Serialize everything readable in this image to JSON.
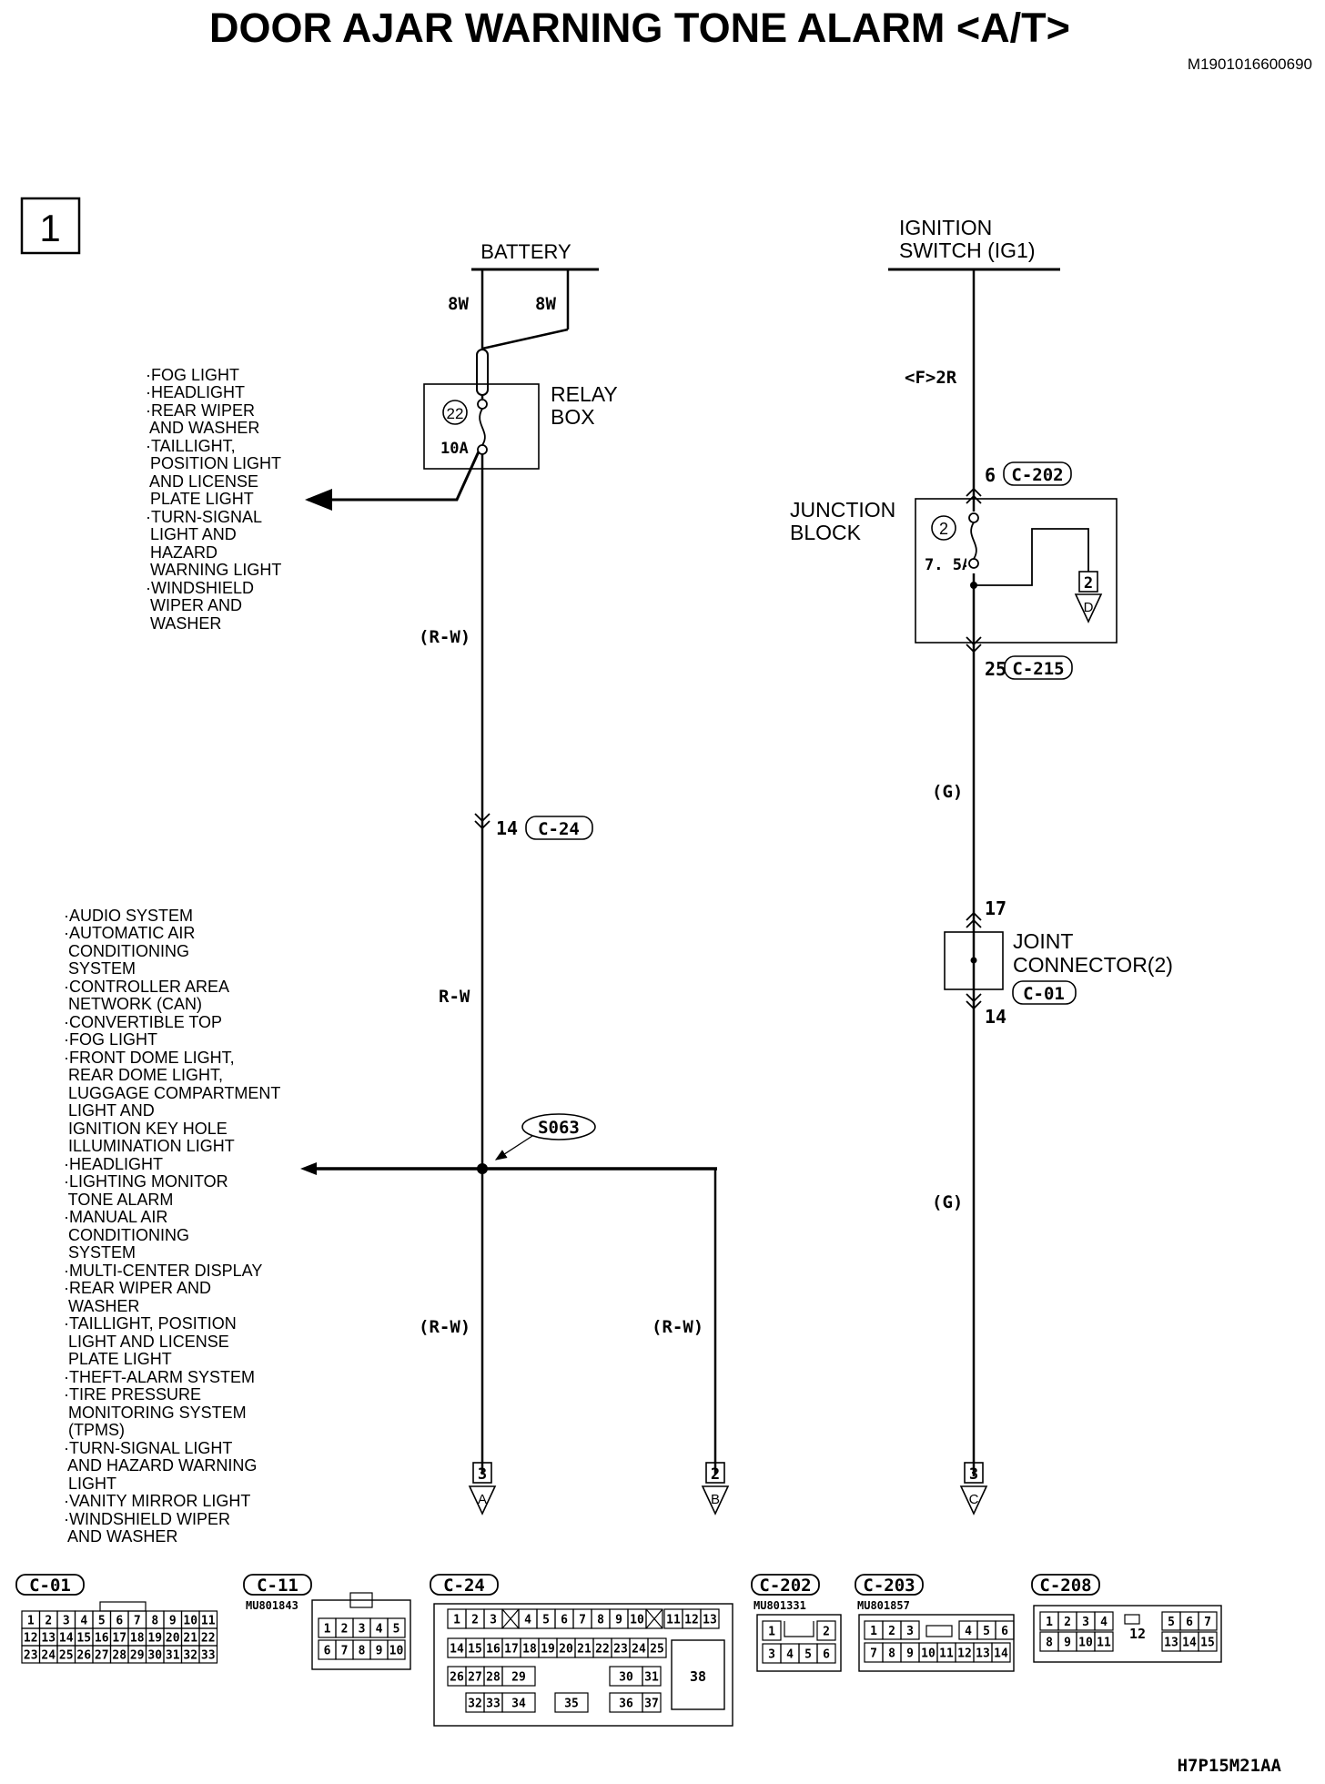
{
  "title": "DOOR AJAR WARNING TONE ALARM <A/T>",
  "doc_id": "M1901016600690",
  "page_number": "1",
  "figure_code": "H7P15M21AA",
  "battery": {
    "label": "BATTERY",
    "wire_left": "8W",
    "wire_right": "8W"
  },
  "relay_box": {
    "label_1": "RELAY",
    "label_2": "BOX",
    "fuse_number": "22",
    "fuse_rating": "10A"
  },
  "relay_outputs": [
    "·FOG LIGHT",
    "·HEADLIGHT",
    "·REAR WIPER",
    " AND WASHER",
    "·TAILLIGHT,",
    " POSITION LIGHT",
    " AND LICENSE",
    " PLATE LIGHT",
    "·TURN-SIGNAL",
    " LIGHT AND",
    " HAZARD",
    " WARNING LIGHT",
    "·WINDSHIELD",
    " WIPER AND",
    " WASHER"
  ],
  "left_circuit": {
    "wire_1": "(R-W)",
    "connector_pin": "14",
    "connector": "C-24",
    "wire_2": "R-W",
    "splice": "S063",
    "wire_3": "(R-W)",
    "wire_4": "(R-W)",
    "term_a_pin": "3",
    "term_a": "A",
    "term_b_pin": "2",
    "term_b": "B"
  },
  "splice_outputs": [
    "·AUDIO SYSTEM",
    "·AUTOMATIC AIR",
    " CONDITIONING",
    " SYSTEM",
    "·CONTROLLER AREA",
    " NETWORK (CAN)",
    "·CONVERTIBLE TOP",
    "·FOG LIGHT",
    "·FRONT DOME LIGHT,",
    " REAR DOME LIGHT,",
    " LUGGAGE COMPARTMENT",
    " LIGHT AND",
    " IGNITION KEY HOLE",
    " ILLUMINATION LIGHT",
    "·HEADLIGHT",
    "·LIGHTING MONITOR",
    " TONE ALARM",
    "·MANUAL AIR",
    " CONDITIONING",
    " SYSTEM",
    "·MULTI-CENTER DISPLAY",
    "·REAR WIPER AND",
    " WASHER",
    "·TAILLIGHT, POSITION",
    " LIGHT AND LICENSE",
    " PLATE LIGHT",
    "·THEFT-ALARM SYSTEM",
    "·TIRE PRESSURE",
    " MONITORING SYSTEM",
    " (TPMS)",
    "·TURN-SIGNAL LIGHT",
    " AND HAZARD WARNING",
    " LIGHT",
    "·VANITY MIRROR LIGHT",
    "·WINDSHIELD WIPER",
    " AND WASHER"
  ],
  "right_circuit": {
    "ign_label_1": "IGNITION",
    "ign_label_2": "SWITCH (IG1)",
    "wire_1": "<F>2R",
    "c202_pin": "6",
    "c202": "C-202",
    "jb_label_1": "JUNCTION",
    "jb_label_2": "BLOCK",
    "fuse_number": "2",
    "fuse_rating": "7. 5A",
    "term_d_pin": "2",
    "term_d": "D",
    "c215_pin": "25",
    "c215": "C-215",
    "wire_2": "(G)",
    "jc_pin_in": "17",
    "jc_label_1": "JOINT",
    "jc_label_2": "CONNECTOR(2)",
    "jc_connector": "C-01",
    "jc_pin_out": "14",
    "wire_3": "(G)",
    "term_c_pin": "3",
    "term_c": "C"
  },
  "connectors": {
    "c01": {
      "name": "C-01",
      "rows": [
        [
          "1",
          "2",
          "3",
          "4",
          "5",
          "6",
          "7",
          "8",
          "9",
          "10",
          "11"
        ],
        [
          "12",
          "13",
          "14",
          "15",
          "16",
          "17",
          "18",
          "19",
          "20",
          "21",
          "22"
        ],
        [
          "23",
          "24",
          "25",
          "26",
          "27",
          "28",
          "29",
          "30",
          "31",
          "32",
          "33"
        ]
      ]
    },
    "c11": {
      "name": "C-11",
      "part": "MU801843",
      "rows": [
        [
          "1",
          "2",
          "3",
          "4",
          "5"
        ],
        [
          "6",
          "7",
          "8",
          "9",
          "10"
        ]
      ]
    },
    "c24": {
      "name": "C-24",
      "row1": [
        "1",
        "2",
        "3",
        "4",
        "5",
        "6",
        "7",
        "8",
        "9",
        "10",
        "11",
        "12",
        "13"
      ],
      "row2": [
        "14",
        "15",
        "16",
        "17",
        "18",
        "19",
        "20",
        "21",
        "22",
        "23",
        "24",
        "25"
      ],
      "row3": [
        "26",
        "27",
        "28",
        "29",
        "30",
        "31"
      ],
      "row4": [
        "32",
        "33",
        "34",
        "35",
        "36",
        "37"
      ],
      "big": "38"
    },
    "c202": {
      "name": "C-202",
      "part": "MU801331",
      "rows": [
        [
          "1",
          "2"
        ],
        [
          "3",
          "4",
          "5",
          "6"
        ]
      ]
    },
    "c203": {
      "name": "C-203",
      "part": "MU801857",
      "rows": [
        [
          "1",
          "2",
          "3",
          "4",
          "5",
          "6"
        ],
        [
          "7",
          "8",
          "9",
          "10",
          "11",
          "12",
          "13",
          "14"
        ]
      ]
    },
    "c208": {
      "name": "C-208",
      "rows": [
        [
          "1",
          "2",
          "3",
          "4",
          "5",
          "6",
          "7"
        ],
        [
          "8",
          "9",
          "10",
          "11",
          "12",
          "13",
          "14",
          "15"
        ]
      ]
    }
  }
}
